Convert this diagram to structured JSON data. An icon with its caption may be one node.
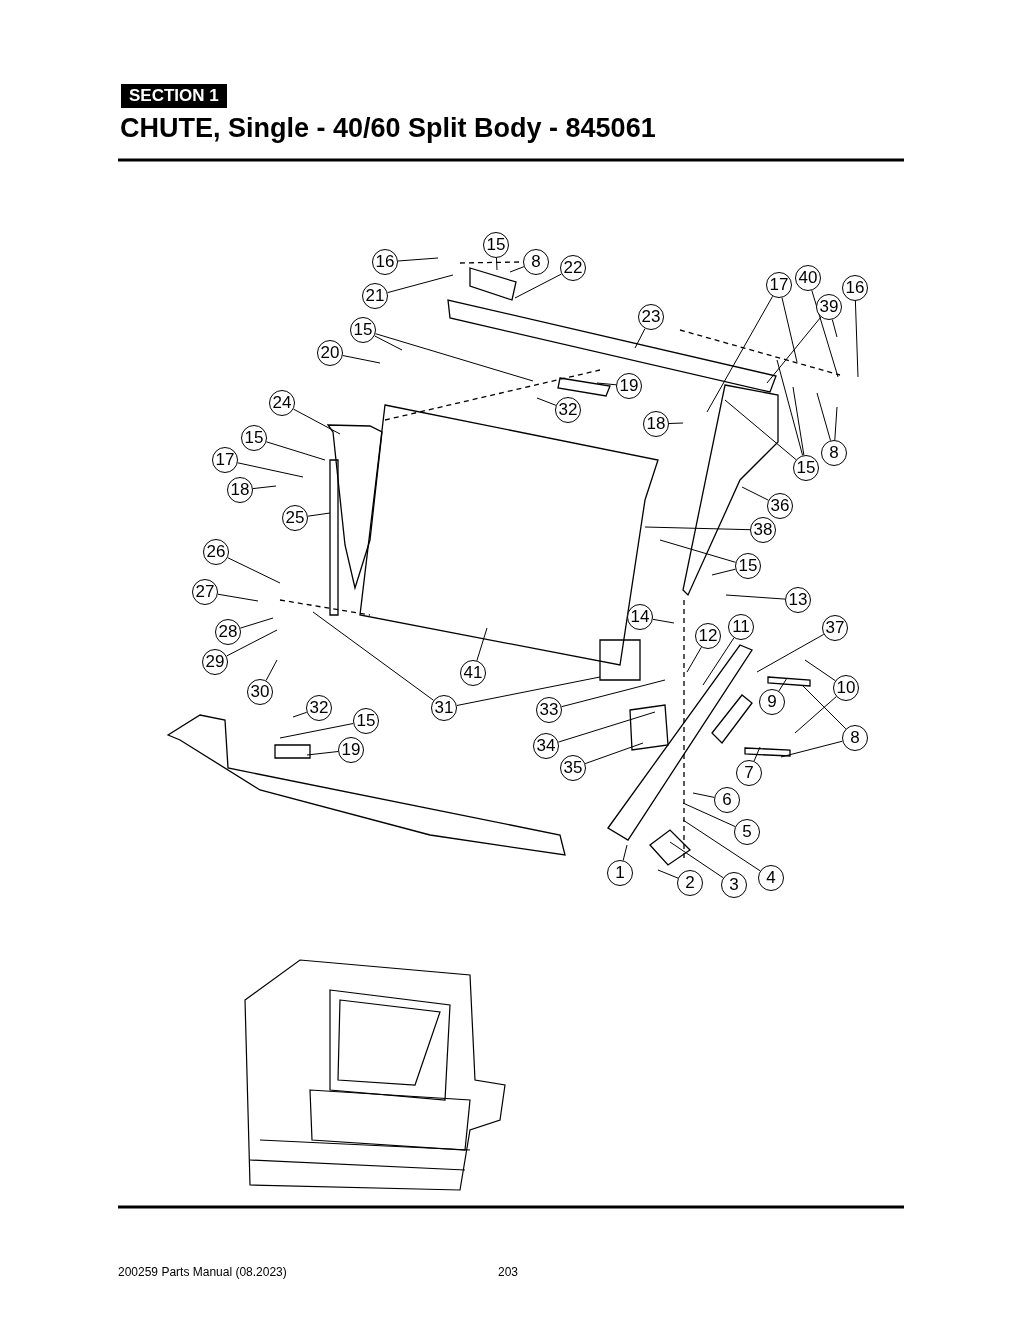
{
  "diagram": {
    "title": "CHUTE, Single - 40/60 Split Body - 845061",
    "nodes": [
      {
        "text": [
          "15"
        ]
      },
      {
        "text": [
          "16"
        ]
      },
      {
        "text": [
          "8"
        ]
      },
      {
        "text": [
          "22"
        ]
      },
      {
        "text": [
          "40"
        ]
      },
      {
        "text": [
          "17"
        ]
      },
      {
        "text": [
          "16"
        ]
      },
      {
        "text": [
          "21"
        ]
      },
      {
        "text": [
          "39"
        ]
      },
      {
        "text": [
          "23"
        ]
      },
      {
        "text": [
          "15"
        ]
      },
      {
        "text": [
          "20"
        ]
      },
      {
        "text": [
          "19"
        ]
      },
      {
        "text": [
          "24"
        ]
      },
      {
        "text": [
          "32"
        ]
      },
      {
        "text": [
          "18"
        ]
      },
      {
        "text": [
          "15"
        ]
      },
      {
        "text": [
          "8"
        ]
      },
      {
        "text": [
          "17"
        ]
      },
      {
        "text": [
          "15"
        ]
      },
      {
        "text": [
          "18"
        ]
      },
      {
        "text": [
          "25"
        ]
      },
      {
        "text": [
          "36"
        ]
      },
      {
        "text": [
          "38"
        ]
      },
      {
        "text": [
          "26"
        ]
      },
      {
        "text": [
          "15"
        ]
      },
      {
        "text": [
          "27"
        ]
      },
      {
        "text": [
          "13"
        ]
      },
      {
        "text": [
          "14"
        ]
      },
      {
        "text": [
          "11"
        ]
      },
      {
        "text": [
          "37"
        ]
      },
      {
        "text": [
          "28"
        ]
      },
      {
        "text": [
          "12"
        ]
      },
      {
        "text": [
          "29"
        ]
      },
      {
        "text": [
          "41"
        ]
      },
      {
        "text": [
          "10"
        ]
      },
      {
        "text": [
          "30"
        ]
      },
      {
        "text": [
          "32"
        ]
      },
      {
        "text": [
          "31"
        ]
      },
      {
        "text": [
          "9"
        ]
      },
      {
        "text": [
          "33"
        ]
      },
      {
        "text": [
          "15"
        ]
      },
      {
        "text": [
          "34"
        ]
      },
      {
        "text": [
          "8"
        ]
      },
      {
        "text": [
          "19"
        ]
      },
      {
        "text": [
          "35"
        ]
      },
      {
        "text": [
          "7"
        ]
      },
      {
        "text": [
          "6"
        ]
      },
      {
        "text": [
          "5"
        ]
      },
      {
        "text": [
          "1"
        ]
      },
      {
        "text": [
          "4"
        ]
      },
      {
        "text": [
          "2"
        ]
      },
      {
        "text": [
          "3"
        ]
      }
    ],
    "edges": [
      {
        "from": 0,
        "to": null,
        "arrow": "none"
      },
      {
        "from": 1,
        "to": null,
        "arrow": "none"
      },
      {
        "from": 2,
        "to": null,
        "arrow": "none"
      },
      {
        "from": 3,
        "to": null,
        "arrow": "none"
      },
      {
        "from": 4,
        "to": null,
        "arrow": "none"
      },
      {
        "from": 5,
        "to": null,
        "arrow": "none"
      },
      {
        "from": 5,
        "to": null,
        "arrow": "none"
      },
      {
        "from": 6,
        "to": null,
        "arrow": "none"
      },
      {
        "from": 7,
        "to": null,
        "arrow": "none"
      },
      {
        "from": 8,
        "to": null,
        "arrow": "none"
      },
      {
        "from": 8,
        "to": null,
        "arrow": "none"
      },
      {
        "from": 9,
        "to": null,
        "arrow": "none"
      },
      {
        "from": 10,
        "to": null,
        "arrow": "none"
      },
      {
        "from": 10,
        "to": null,
        "arrow": "none"
      },
      {
        "from": 11,
        "to": null,
        "arrow": "none"
      },
      {
        "from": 12,
        "to": null,
        "arrow": "none"
      },
      {
        "from": 13,
        "to": null,
        "arrow": "none"
      },
      {
        "from": 14,
        "to": null,
        "arrow": "none"
      },
      {
        "from": 15,
        "to": null,
        "arrow": "none"
      },
      {
        "from": 16,
        "to": null,
        "arrow": "none"
      },
      {
        "from": 17,
        "to": null,
        "arrow": "none"
      },
      {
        "from": 17,
        "to": null,
        "arrow": "none"
      },
      {
        "from": 18,
        "to": null,
        "arrow": "none"
      },
      {
        "from": 19,
        "to": null,
        "arrow": "none"
      },
      {
        "from": 19,
        "to": null,
        "arrow": "none"
      },
      {
        "from": 19,
        "to": null,
        "arrow": "none"
      },
      {
        "from": 20,
        "to": null,
        "arrow": "none"
      },
      {
        "from": 21,
        "to": null,
        "arrow": "none"
      },
      {
        "from": 22,
        "to": null,
        "arrow": "none"
      },
      {
        "from": 23,
        "to": null,
        "arrow": "none"
      },
      {
        "from": 24,
        "to": null,
        "arrow": "none"
      },
      {
        "from": 25,
        "to": null,
        "arrow": "none"
      },
      {
        "from": 25,
        "to": null,
        "arrow": "none"
      },
      {
        "from": 26,
        "to": null,
        "arrow": "none"
      },
      {
        "from": 27,
        "to": null,
        "arrow": "none"
      },
      {
        "from": 28,
        "to": null,
        "arrow": "none"
      },
      {
        "from": 29,
        "to": null,
        "arrow": "none"
      },
      {
        "from": 30,
        "to": null,
        "arrow": "none"
      },
      {
        "from": 31,
        "to": null,
        "arrow": "none"
      },
      {
        "from": 32,
        "to": null,
        "arrow": "none"
      },
      {
        "from": 33,
        "to": null,
        "arrow": "none"
      },
      {
        "from": 34,
        "to": null,
        "arrow": "none"
      },
      {
        "from": 35,
        "to": null,
        "arrow": "none"
      },
      {
        "from": 35,
        "to": null,
        "arrow": "none"
      },
      {
        "from": 36,
        "to": null,
        "arrow": "none"
      },
      {
        "from": 37,
        "to": null,
        "arrow": "none"
      },
      {
        "from": 38,
        "to": null,
        "arrow": "none"
      },
      {
        "from": 38,
        "to": null,
        "arrow": "none"
      },
      {
        "from": 39,
        "to": null,
        "arrow": "none"
      },
      {
        "from": 40,
        "to": null,
        "arrow": "none"
      },
      {
        "from": 41,
        "to": null,
        "arrow": "none"
      },
      {
        "from": 42,
        "to": null,
        "arrow": "none"
      },
      {
        "from": 43,
        "to": null,
        "arrow": "none"
      },
      {
        "from": 43,
        "to": null,
        "arrow": "none"
      },
      {
        "from": 44,
        "to": null,
        "arrow": "none"
      },
      {
        "from": 45,
        "to": null,
        "arrow": "none"
      },
      {
        "from": 46,
        "to": null,
        "arrow": "none"
      },
      {
        "from": 47,
        "to": null,
        "arrow": "none"
      },
      {
        "from": 48,
        "to": null,
        "arrow": "none"
      },
      {
        "from": 49,
        "to": null,
        "arrow": "none"
      },
      {
        "from": 50,
        "to": null,
        "arrow": "none"
      },
      {
        "from": 51,
        "to": null,
        "arrow": "none"
      },
      {
        "from": 52,
        "to": null,
        "arrow": "none"
      }
    ],
    "labels": [
      "SECTION 1",
      "200259 Parts Manual (08.2023)",
      "203"
    ]
  }
}
